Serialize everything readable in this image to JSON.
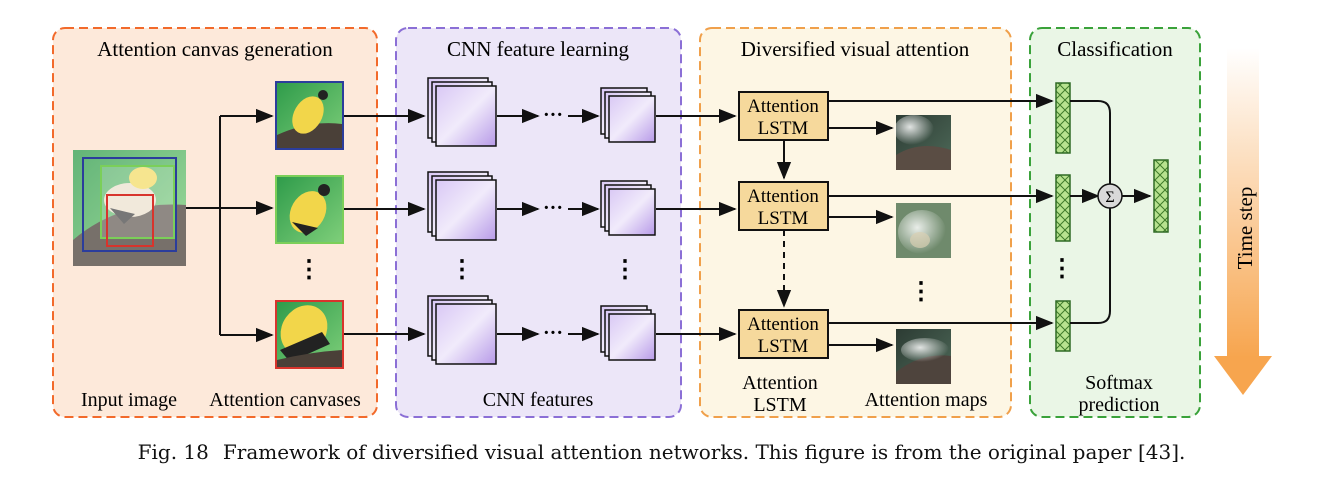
{
  "diagram": {
    "stages": {
      "canvas_generation": "Attention canvas generation",
      "cnn_learning": "CNN feature learning",
      "visual_attention": "Diversified visual attention",
      "classification": "Classification"
    },
    "labels": {
      "input_image": "Input image",
      "attention_canvases": "Attention canvases",
      "cnn_features": "CNN features",
      "attention_lstm_line1": "Attention",
      "attention_lstm_line2": "LSTM",
      "attention_maps": "Attention maps",
      "softmax_line1": "Softmax",
      "softmax_line2": "prediction",
      "time_step": "Time step",
      "lstm_box_line1": "Attention",
      "lstm_box_line2": "LSTM",
      "sum_symbol": "Σ",
      "ellipsis_h": "···",
      "ellipsis_v": "⋮"
    },
    "colors": {
      "orange_border": "#f26a2b",
      "orange_fill": "#fde9da",
      "purple_border": "#8b6fd6",
      "purple_fill": "#ece6f8",
      "yellow_border": "#f0a04b",
      "yellow_fill": "#fdf6e4",
      "green_border": "#3aa23a",
      "green_fill": "#eaf6e6",
      "lstm_fill": "#f6d99c",
      "feature_fill": "#c9b4ee",
      "vector_fill": "#b7e28f",
      "arrow_fill": "#f7a54e"
    }
  },
  "caption": {
    "fig_label": "Fig. 18",
    "text": "Framework of diversified visual attention networks. This figure is from the original paper [43]."
  }
}
